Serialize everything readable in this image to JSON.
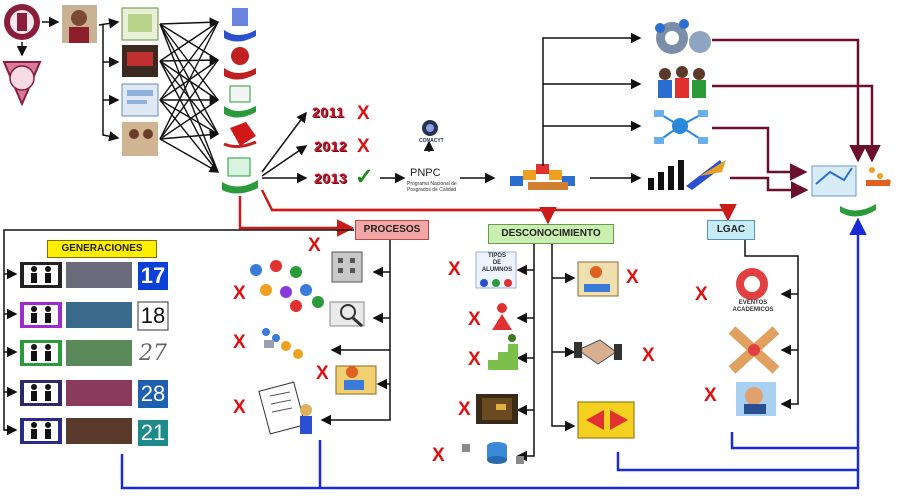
{
  "years": [
    "2011",
    "2012",
    "2013"
  ],
  "pnpc": {
    "acronym": "PNPC",
    "caption_line1": "Programa Nacional de",
    "caption_line2": "Posgrados de Calidad",
    "conacyt": "CONACYT"
  },
  "boxes": {
    "procesos": "PROCESOS",
    "desconocimiento": "DESCONOCIMIENTO",
    "lgac": "LGAC",
    "generaciones": "GENERACIONES"
  },
  "generations": [
    "17",
    "18",
    "27",
    "28",
    "21"
  ],
  "captions": {
    "tipos_line1": "TIPOS",
    "tipos_line2": "DE",
    "tipos_line3": "ALUMNOS",
    "eventos_line1": "EVENTOS",
    "eventos_line2": "ACADEMICOS"
  },
  "marks": {
    "x": "X",
    "check": "✓"
  },
  "colors": {
    "black_line": "#111111",
    "red_line": "#cc1a1a",
    "maroon_line": "#6a0f2e",
    "blue_line": "#1a2ad8",
    "procesos_fill": "#f4a6a6",
    "desconocimiento_fill": "#c9f0b0",
    "lgac_fill": "#c6ecf6",
    "generaciones_fill": "#ffee00",
    "gen_17": "#0a3fd8",
    "gen_28": "#1e5fb0",
    "gen_21": "#1e8a8a"
  }
}
